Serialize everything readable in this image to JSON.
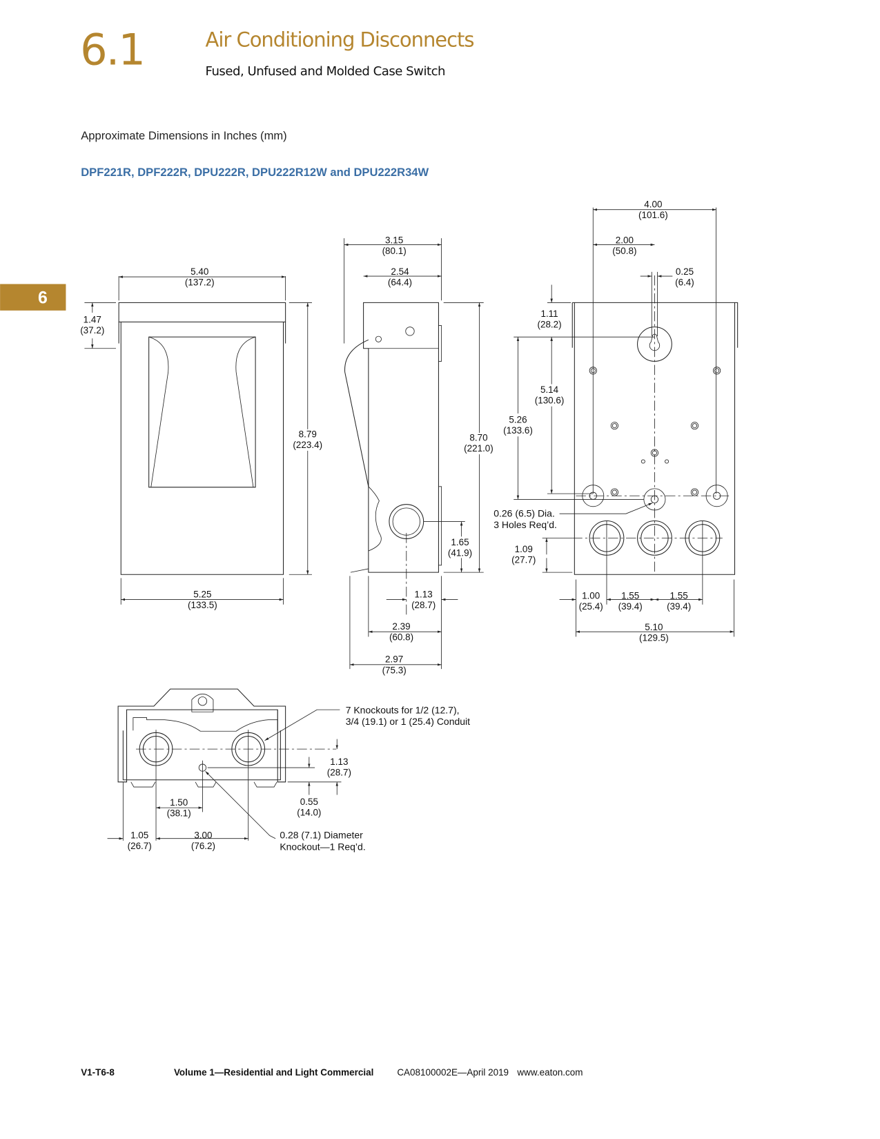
{
  "header": {
    "section_number": "6.1",
    "title": "Air Conditioning Disconnects",
    "subtitle": "Fused, Unfused and Molded Case Switch"
  },
  "side_tab": {
    "label": "6",
    "color": "#b5862f"
  },
  "caption": "Approximate Dimensions in Inches (mm)",
  "models_heading": "DPF221R, DPF222R, DPU222R, DPU222R12W and DPU222R34W",
  "colors": {
    "accent": "#b5862f",
    "heading_blue": "#3a6ea5"
  },
  "dims": [
    {
      "in": "5.40",
      "mm": "(137.2)"
    },
    {
      "in": "1.47",
      "mm": "(37.2)"
    },
    {
      "in": "8.79",
      "mm": "(223.4)"
    },
    {
      "in": "5.25",
      "mm": "(133.5)"
    },
    {
      "in": "3.15",
      "mm": "(80.1)"
    },
    {
      "in": "2.54",
      "mm": "(64.4)"
    },
    {
      "in": "8.70",
      "mm": "(221.0)"
    },
    {
      "in": "1.65",
      "mm": "(41.9)"
    },
    {
      "in": "1.13",
      "mm": "(28.7)"
    },
    {
      "in": "2.39",
      "mm": "(60.8)"
    },
    {
      "in": "2.97",
      "mm": "(75.3)"
    },
    {
      "in": "4.00",
      "mm": "(101.6)"
    },
    {
      "in": "2.00",
      "mm": "(50.8)"
    },
    {
      "in": "0.25",
      "mm": "(6.4)"
    },
    {
      "in": "1.11",
      "mm": "(28.2)"
    },
    {
      "in": "5.14",
      "mm": "(130.6)"
    },
    {
      "in": "5.26",
      "mm": "(133.6)"
    },
    {
      "in": "1.09",
      "mm": "(27.7)"
    },
    {
      "in": "1.00",
      "mm": "(25.4)"
    },
    {
      "in": "1.55",
      "mm": "(39.4)"
    },
    {
      "in": "1.55",
      "mm": "(39.4)"
    },
    {
      "in": "5.10",
      "mm": "(129.5)"
    },
    {
      "in": "1.13",
      "mm": "(28.7)"
    },
    {
      "in": "0.55",
      "mm": "(14.0)"
    },
    {
      "in": "1.50",
      "mm": "(38.1)"
    },
    {
      "in": "1.05",
      "mm": "(26.7)"
    },
    {
      "in": "3.00",
      "mm": "(76.2)"
    }
  ],
  "notes": {
    "mount_holes": [
      "0.26 (6.5) Dia.",
      "3 Holes Req’d."
    ],
    "knockouts": [
      "7 Knockouts for 1/2 (12.7),",
      "3/4 (19.1) or 1 (25.4) Conduit"
    ],
    "small_knockout": [
      "0.28 (7.1) Diameter",
      "Knockout—1 Req’d."
    ]
  },
  "footer": {
    "page": "V1-T6-8",
    "volume": "Volume 1—Residential and Light Commercial",
    "doc": "CA08100002E—April 2019",
    "url": "www.eaton.com"
  }
}
